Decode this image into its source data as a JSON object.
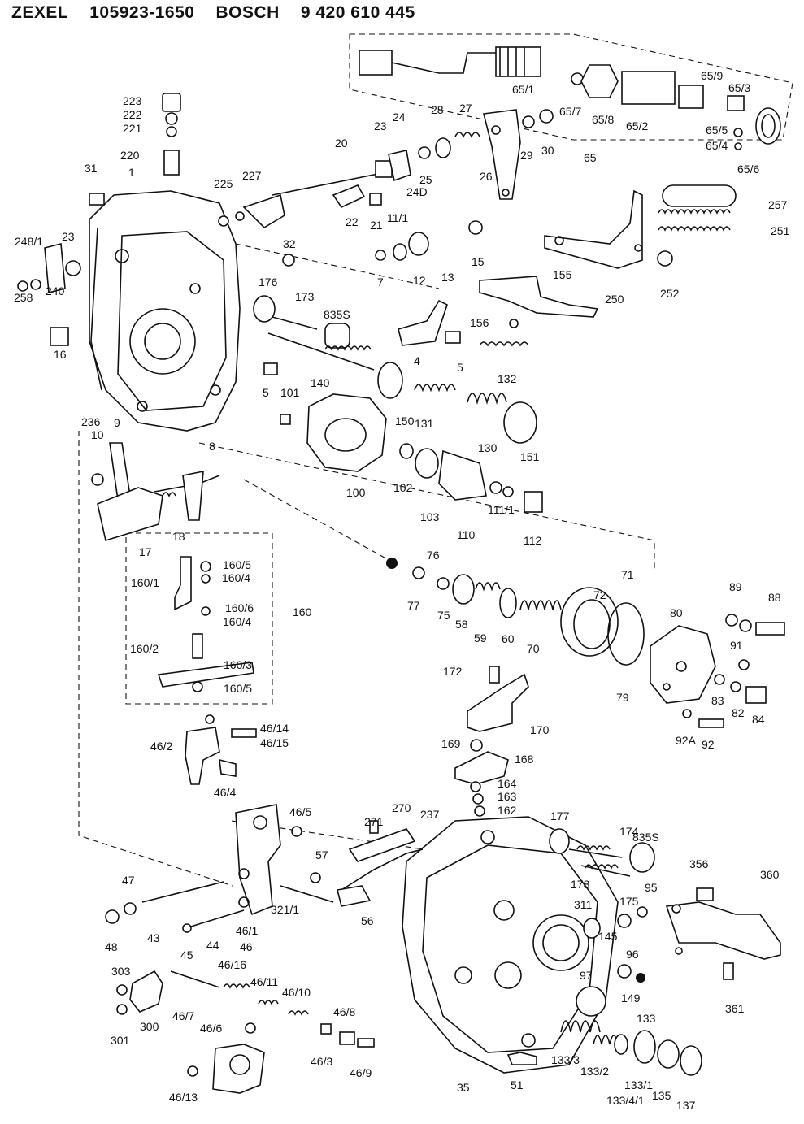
{
  "header": {
    "brand1": "ZEXEL",
    "number1": "105923-1650",
    "brand2": "BOSCH",
    "number2": "9 420 610 445"
  },
  "labels": [
    "223",
    "222",
    "221",
    "220",
    "31",
    "1",
    "225",
    "227",
    "20",
    "23",
    "24",
    "28",
    "27",
    "65/1",
    "65/7",
    "65/8",
    "65/2",
    "65/9",
    "65/3",
    "65/5",
    "65/4",
    "65/6",
    "65",
    "29",
    "30",
    "26",
    "24D",
    "25",
    "22",
    "21",
    "11/1",
    "257",
    "251",
    "248/1",
    "23",
    "32",
    "7",
    "12",
    "13",
    "15",
    "258",
    "240",
    "16",
    "176",
    "173",
    "835S",
    "155",
    "250",
    "252",
    "156",
    "4",
    "5",
    "132",
    "5",
    "140",
    "101",
    "150",
    "131",
    "130",
    "151",
    "236",
    "9",
    "10",
    "8",
    "100",
    "102",
    "103",
    "110",
    "111/1",
    "112",
    "18",
    "17",
    "160/5",
    "160/4",
    "160/1",
    "160/6",
    "160/4",
    "160",
    "160/2",
    "160/3",
    "160/5",
    "76",
    "77",
    "75",
    "58",
    "59",
    "60",
    "70",
    "72",
    "71",
    "80",
    "89",
    "88",
    "91",
    "79",
    "83",
    "82",
    "84",
    "92A",
    "92",
    "172",
    "170",
    "169",
    "168",
    "164",
    "163",
    "162",
    "46/14",
    "46/15",
    "46/2",
    "46/4",
    "46/5",
    "271",
    "270",
    "237",
    "177",
    "174",
    "835S",
    "57",
    "95",
    "356",
    "360",
    "47",
    "48",
    "43",
    "44",
    "45",
    "46/1",
    "46",
    "321/1",
    "56",
    "178",
    "311",
    "175",
    "145",
    "96",
    "97",
    "149",
    "361",
    "303",
    "300",
    "301",
    "46/16",
    "46/11",
    "46/10",
    "46/7",
    "46/6",
    "46/3",
    "46/8",
    "46/9",
    "46/13",
    "133",
    "133/3",
    "133/2",
    "133/4/1",
    "133/1",
    "135",
    "137",
    "35",
    "51"
  ]
}
